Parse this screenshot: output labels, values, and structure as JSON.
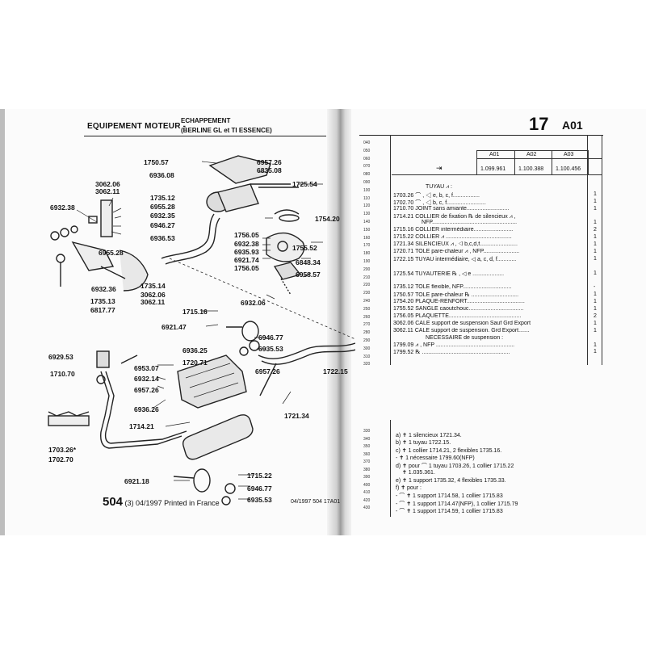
{
  "header": {
    "section": "EQUIPEMENT MOTEUR -",
    "title_line1": "ECHAPPEMENT",
    "title_line2": "(BERLINE GL et TI ESSENCE)",
    "page_number": "17",
    "page_code": "A01"
  },
  "diagram_labels": {
    "l1750_57": "1750.57",
    "l6936_08": "6936.08",
    "l6957_26a": "6957.26",
    "l6835_08": "6835.08",
    "l1725_54": "1725.54",
    "l3062_06a": "3062.06",
    "l3062_11a": "3062.11",
    "l6932_38a": "6932.38",
    "l1735_12": "1735.12",
    "l6955_28a": "6955.28",
    "l6932_35a": "6932.35",
    "l6946_27": "6946.27",
    "l6936_53": "6936.53",
    "l1754_20": "1754.20",
    "l1756_05": "1756.05",
    "l6932_38b": "6932.38",
    "l6935_93": "6935.93",
    "l6921_74": "6921.74",
    "l1756_05b": "1756.05",
    "l1755_52": "1755.52",
    "l6848_34": "6848.34",
    "l6958_57": "6958.57",
    "l6955_28b": "6955.28",
    "l6932_36": "6932.36",
    "l1735_14": "1735.14",
    "l3062_06b": "3062.06",
    "l3062_11b": "3062.11",
    "l1735_13": "1735.13",
    "l6817_77": "6817.77",
    "l6932_06": "6932.06",
    "l1715_16": "1715.16",
    "l6921_47": "6921.47",
    "l6946_77a": "6946.77",
    "l6935_53a": "6935.53",
    "l6936_25": "6936.25",
    "l1720_71": "1720.71",
    "l6957_26b": "6957.26",
    "l1722_15": "1722.15",
    "l6929_53": "6929.53",
    "l6953_07": "6953.07",
    "l1710_70": "1710.70",
    "l6932_14": "6932.14",
    "l6957_26c": "6957.26",
    "l6936_26": "6936.26",
    "l1721_34": "1721.34",
    "l1714_21": "1714.21",
    "l1703_26": "1703.26*",
    "l1702_70": "1702.70",
    "l6921_18": "6921.18",
    "l1715_22": "1715.22",
    "l6946_77b": "6946.77",
    "l6935_53b": "6935.53"
  },
  "footer": {
    "model": "504",
    "edition": "(3) 04/1997 Printed in France",
    "right_ref": "04/1997  504  17A01"
  },
  "table": {
    "columns": [
      "A01",
      "A02",
      "A03"
    ],
    "values": [
      "1.099.961",
      "1.100.388",
      "1.100.456"
    ]
  },
  "row_numbers": [
    "040",
    "050",
    "060",
    "070",
    "080",
    "090",
    "100",
    "110",
    "120",
    "130",
    "140",
    "150",
    "160",
    "170",
    "180",
    "190",
    "200",
    "210",
    "220",
    "230",
    "240",
    "250",
    "260",
    "270",
    "280",
    "290",
    "300",
    "310",
    "320"
  ],
  "row_numbers_lower": [
    "330",
    "340",
    "350",
    "360",
    "370",
    "380",
    "390",
    "400",
    "410",
    "420",
    "430"
  ],
  "parts": [
    {
      "text": "TUYAU ⩘ :",
      "qty": ""
    },
    {
      "text": "1703.26  ⌒ , ◁ e, b, c, f.................",
      "qty": "1"
    },
    {
      "text": "1702.70  ⌒ , ◁ b, c, f.........................",
      "qty": "1"
    },
    {
      "text": "1710.70 JOINT sans amiante...........................",
      "qty": "1"
    },
    {
      "text": "1714.21 COLLIER de fixation ℞ de silencieux ⩘ ,",
      "qty": ""
    },
    {
      "text": "NFP......................................................",
      "qty": "1"
    },
    {
      "text": "1715.16 COLLIER intermédiaire.........................",
      "qty": "2"
    },
    {
      "text": "1715.22 COLLIER ⩘ ..........................................",
      "qty": "1"
    },
    {
      "text": "1721.34 SILENCIEUX ⩘ , ◁ b,c,d,f........................",
      "qty": "1"
    },
    {
      "text": "1720.71 TOLE pare-chaleur ⩘ , NFP.......................",
      "qty": "1"
    },
    {
      "text": "1722.15 TUYAU intermédiaire, ◁ a, c, d, f............",
      "qty": "1"
    },
    {
      "text": "",
      "qty": ""
    },
    {
      "text": "1725.54 TUYAUTERIE ℞ , ◁ e ....................",
      "qty": "1"
    },
    {
      "text": "",
      "qty": ""
    },
    {
      "text": "1735.12 TOLE flexible, NFP...............................",
      "qty": "-"
    },
    {
      "text": "1750.57 TOLE pare-chaleur ℞ ..............................",
      "qty": "1"
    },
    {
      "text": "1754.20 PLAQUE-RENFORT.....................................",
      "qty": "1"
    },
    {
      "text": "1755.52 SANGLE caoutchouc...................................",
      "qty": "1"
    },
    {
      "text": "1756.05 PLAQUETTE..............................................",
      "qty": "2"
    },
    {
      "text": "3062.06 CALE support de suspension Sauf Grd Export",
      "qty": "1"
    },
    {
      "text": "3062.11 CALE support de suspension. Grd Export.......",
      "qty": "1"
    },
    {
      "text": "NECESSAIRE de suspension :",
      "qty": ""
    },
    {
      "text": "1799.09 ⩘ , NFP ..................................................",
      "qty": "1"
    },
    {
      "text": "1799.52 ℞ ........................................................",
      "qty": "1"
    }
  ],
  "notes": [
    "a)  ✝ 1 silencieux 1721.34.",
    "b)  ✝ 1 tuyau 1722.15.",
    "c)  ✝ 1 collier 1714.21, 2 flexibles 1735.16.",
    "-  ✝ 1 nécessaire 1799.60(NFP)",
    "d)  ✝ pour ⌒ 1 tuyau 1703.26, 1 collier 1715.22",
    "✝ 1.035.361.",
    "e)  ✝ 1 support 1735.32, 4 flexibles 1735.33.",
    "f)  ✝ pour :",
    "-  ⌒ ✝ 1 support 1714.58, 1 collier 1715.83",
    "-  ⌒ ✝ 1 support 1714.47(NFP), 1 collier 1715.79",
    "-  ⌒ ✝ 1 support 1714.59, 1 collier 1715.83"
  ]
}
